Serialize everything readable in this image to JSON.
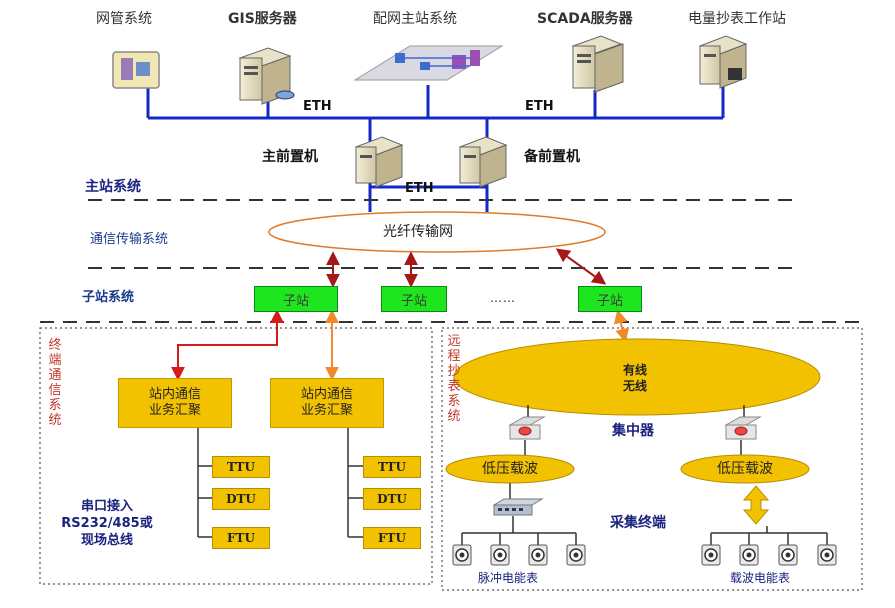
{
  "top_nodes": [
    {
      "label": "网管系统",
      "icon": "monitor-icon"
    },
    {
      "label": "GIS服务器",
      "icon": "server-icon"
    },
    {
      "label": "配网主站系统",
      "icon": "network-icon"
    },
    {
      "label": "SCADA服务器",
      "icon": "server-icon"
    },
    {
      "label": "电量抄表工作站",
      "icon": "workstation-icon"
    }
  ],
  "eth_labels": [
    "ETH",
    "ETH",
    "ETH"
  ],
  "front_machines": {
    "main": "主前置机",
    "backup": "备前置机"
  },
  "layers": {
    "master": "主站系统",
    "comm": "通信传输系统",
    "substation": "子站系统"
  },
  "fiber_network": "光纤传输网",
  "substations": [
    "子站",
    "子站",
    "……",
    "子站"
  ],
  "terminal_comm": {
    "title": "终端通信系统",
    "aggregators": [
      {
        "line1": "站内通信",
        "line2": "业务汇聚"
      },
      {
        "line1": "站内通信",
        "line2": "业务汇聚"
      }
    ],
    "terminals_left": [
      "TTU",
      "DTU",
      "FTU"
    ],
    "terminals_right": [
      "TTU",
      "DTU",
      "FTU"
    ],
    "serial_access": {
      "line1": "串口接入",
      "line2": "RS232/485或",
      "line3": "现场总线"
    }
  },
  "remote_meter": {
    "title": "远程抄表系统",
    "wired_wireless": {
      "line1": "有线",
      "line2": "无线"
    },
    "concentrator": "集中器",
    "low_voltage_carrier": [
      "低压载波",
      "低压载波"
    ],
    "collector": "采集终端",
    "meter_groups": [
      "脉冲电能表",
      "载波电能表"
    ]
  },
  "colors": {
    "bus_line": "#1428c8",
    "green_box": "#1ee61e",
    "yellow_box": "#f2c200",
    "red_arrow": "#d41c1c",
    "orange_arrow": "#f08a2a"
  }
}
